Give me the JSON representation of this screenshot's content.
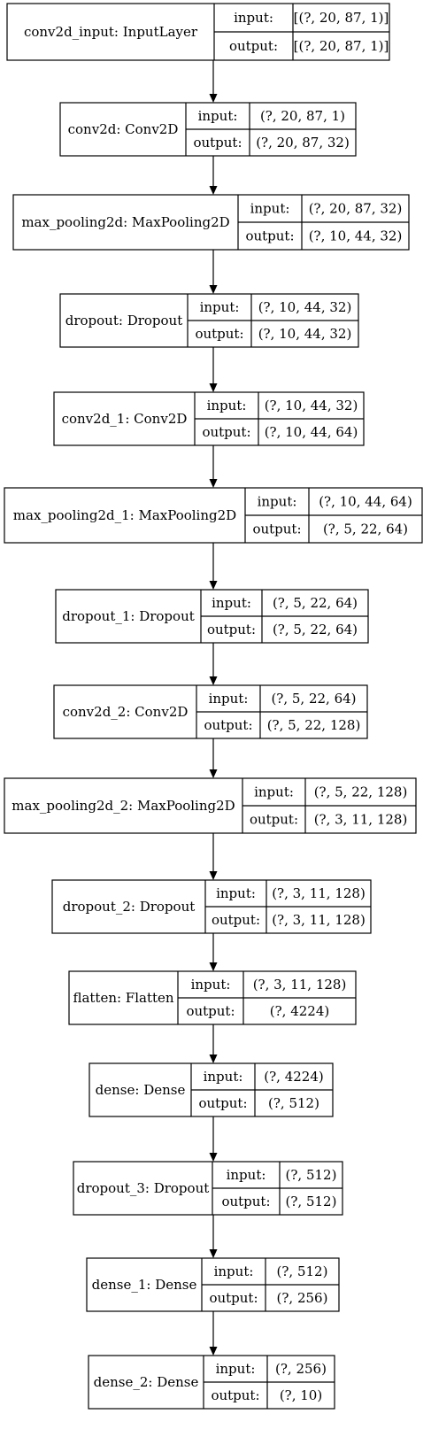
{
  "labels": {
    "input": "input:",
    "output": "output:"
  },
  "layers": [
    {
      "name": "conv2d_input: InputLayer",
      "input": "[(?, 20, 87, 1)]",
      "output": "[(?, 20, 87, 1)]"
    },
    {
      "name": "conv2d: Conv2D",
      "input": "(?, 20, 87, 1)",
      "output": "(?, 20, 87, 32)"
    },
    {
      "name": "max_pooling2d: MaxPooling2D",
      "input": "(?, 20, 87, 32)",
      "output": "(?, 10, 44, 32)"
    },
    {
      "name": "dropout: Dropout",
      "input": "(?, 10, 44, 32)",
      "output": "(?, 10, 44, 32)"
    },
    {
      "name": "conv2d_1: Conv2D",
      "input": "(?, 10, 44, 32)",
      "output": "(?, 10, 44, 64)"
    },
    {
      "name": "max_pooling2d_1: MaxPooling2D",
      "input": "(?, 10, 44, 64)",
      "output": "(?, 5, 22, 64)"
    },
    {
      "name": "dropout_1: Dropout",
      "input": "(?, 5, 22, 64)",
      "output": "(?, 5, 22, 64)"
    },
    {
      "name": "conv2d_2: Conv2D",
      "input": "(?, 5, 22, 64)",
      "output": "(?, 5, 22, 128)"
    },
    {
      "name": "max_pooling2d_2: MaxPooling2D",
      "input": "(?, 5, 22, 128)",
      "output": "(?, 3, 11, 128)"
    },
    {
      "name": "dropout_2: Dropout",
      "input": "(?, 3, 11, 128)",
      "output": "(?, 3, 11, 128)"
    },
    {
      "name": "flatten: Flatten",
      "input": "(?, 3, 11, 128)",
      "output": "(?, 4224)"
    },
    {
      "name": "dense: Dense",
      "input": "(?, 4224)",
      "output": "(?, 512)"
    },
    {
      "name": "dropout_3: Dropout",
      "input": "(?, 512)",
      "output": "(?, 512)"
    },
    {
      "name": "dense_1: Dense",
      "input": "(?, 512)",
      "output": "(?, 256)"
    },
    {
      "name": "dense_2: Dense",
      "input": "(?, 256)",
      "output": "(?, 10)"
    }
  ]
}
